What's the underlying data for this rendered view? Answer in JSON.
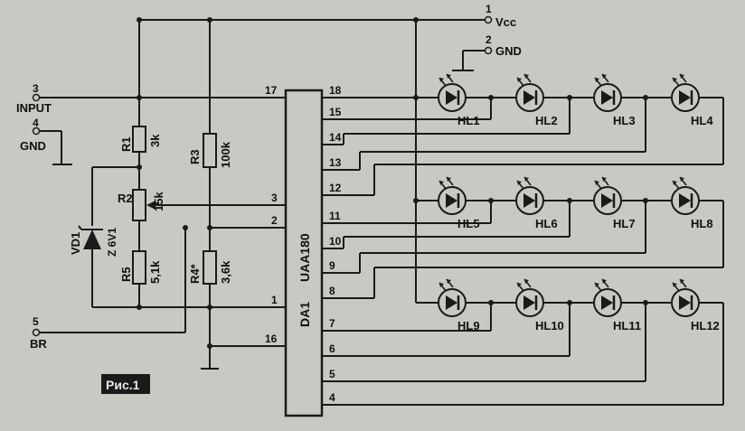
{
  "terminals": {
    "t1": {
      "num": "1",
      "name": "Vcc"
    },
    "t2": {
      "num": "2",
      "name": "GND"
    },
    "t3": {
      "num": "3",
      "name": "INPUT"
    },
    "t4": {
      "num": "4",
      "name": "GND"
    },
    "t5": {
      "num": "5",
      "name": "BR"
    }
  },
  "ic": {
    "ref": "DA1",
    "part": "UAA180"
  },
  "pins": {
    "left": [
      "17",
      "3",
      "2",
      "1",
      "16"
    ],
    "right": [
      "18",
      "15",
      "14",
      "13",
      "12",
      "11",
      "10",
      "9",
      "8",
      "7",
      "6",
      "5",
      "4"
    ]
  },
  "resistors": {
    "r1": {
      "ref": "R1",
      "value": "3k"
    },
    "r2": {
      "ref": "R2",
      "value": "15k"
    },
    "r3": {
      "ref": "R3",
      "value": "100k"
    },
    "r4": {
      "ref": "R4*",
      "value": "3,6k"
    },
    "r5": {
      "ref": "R5",
      "value": "5,1k"
    }
  },
  "zener": {
    "ref": "VD1",
    "part": "Z 6V1"
  },
  "leds": [
    "HL1",
    "HL2",
    "HL3",
    "HL4",
    "HL5",
    "HL6",
    "HL7",
    "HL8",
    "HL9",
    "HL10",
    "HL11",
    "HL12"
  ],
  "caption": "Рис.1"
}
